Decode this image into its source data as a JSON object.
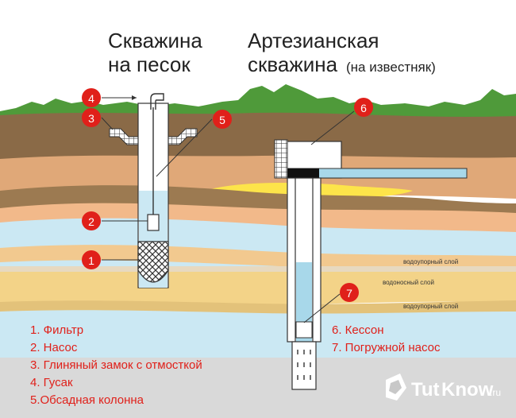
{
  "titles": {
    "sand_well_line1": "Скважина",
    "sand_well_line2": "на песок",
    "artesian_line1": "Артезианская",
    "artesian_line2": "скважина",
    "artesian_suffix": "(на известняк)"
  },
  "markers": [
    "1",
    "2",
    "3",
    "4",
    "5",
    "6",
    "7"
  ],
  "layer_labels": {
    "aquiclude_top": "водоупорный слой",
    "aquifer": "водоносный слой",
    "aquiclude_bottom": "водоупорный слой"
  },
  "legend_left": [
    "1. Фильтр",
    "2. Насос",
    "3. Глиняный замок с отмосткой",
    "4. Гусак",
    "5.Обсадная колонна"
  ],
  "legend_right": [
    "6. Кессон",
    "7. Погружной насос"
  ],
  "logo": {
    "brand_main": "Tut",
    "brand_accent": "Know",
    "brand_suffix": ".ru"
  },
  "colors": {
    "marker_red": "#e0201a",
    "legend_red": "#e0201a",
    "grass": "#4f9a3a",
    "topsoil": "#8a6a47",
    "pipe_blue": "#a8d8ea",
    "water": "#cbe8f3",
    "sand": "#f2c98f",
    "limestone": "#f3d388",
    "clay": "#9c7a51",
    "yellow_sand": "#fde44a"
  },
  "icons": [
    "tutknow-logo-icon",
    "wrench-icon"
  ]
}
